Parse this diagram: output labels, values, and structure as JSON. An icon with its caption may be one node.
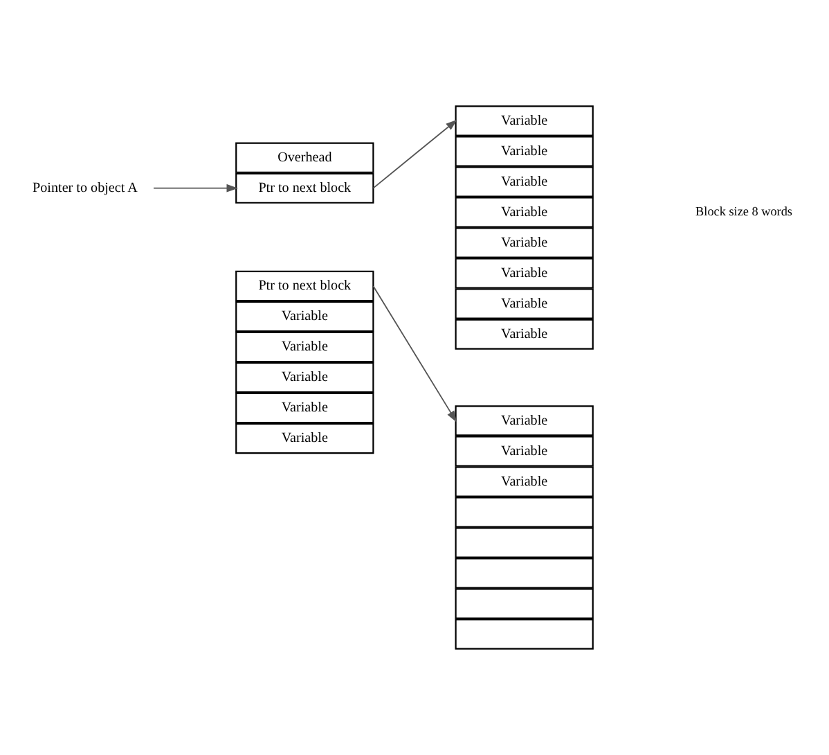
{
  "diagram": {
    "nodes": [
      {
        "text": [
          "Pointer to object A"
        ]
      },
      {
        "text": [
          "Overhead"
        ]
      },
      {
        "text": [
          "Ptr to next block"
        ]
      },
      {
        "text": [
          "Ptr to next block"
        ]
      },
      {
        "text": [
          "Variable"
        ]
      },
      {
        "text": [
          "Variable"
        ]
      },
      {
        "text": [
          "Variable"
        ]
      },
      {
        "text": [
          "Variable"
        ]
      },
      {
        "text": [
          "Variable"
        ]
      },
      {
        "text": [
          "Variable"
        ]
      },
      {
        "text": [
          "Variable"
        ]
      },
      {
        "text": [
          "Variable"
        ]
      },
      {
        "text": [
          "Variable"
        ]
      },
      {
        "text": [
          "Variable"
        ]
      },
      {
        "text": [
          "Variable"
        ]
      },
      {
        "text": [
          "Variable"
        ]
      },
      {
        "text": [
          "Variable"
        ]
      },
      {
        "text": [
          "Variable"
        ]
      },
      {
        "text": [
          "Variable"
        ]
      },
      {
        "text": [
          "Variable"
        ]
      },
      {
        "text": [],
        "shape": "box"
      },
      {
        "text": [],
        "shape": "box"
      },
      {
        "text": [],
        "shape": "box"
      },
      {
        "text": [],
        "shape": "box"
      },
      {
        "text": [],
        "shape": "box"
      }
    ],
    "edges": [
      {
        "from": 0,
        "to": 2,
        "arrow": "to"
      },
      {
        "from": 2,
        "to": 9,
        "arrow": "to"
      },
      {
        "from": 3,
        "to": 17,
        "arrow": "to"
      }
    ],
    "labels": [
      "Block size 8 words"
    ]
  }
}
